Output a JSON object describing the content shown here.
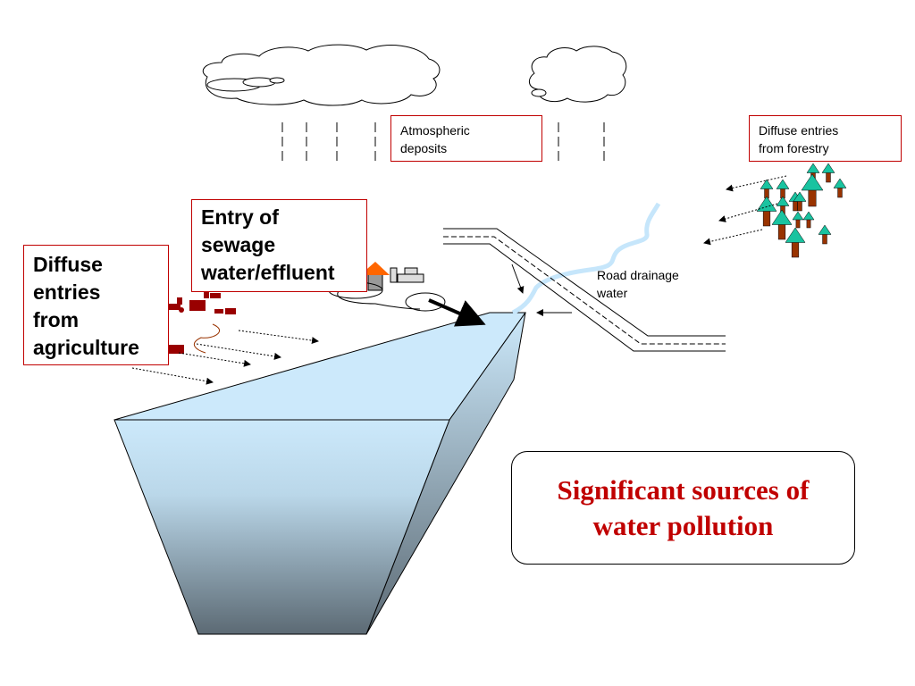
{
  "diagram": {
    "title": "Significant sources of water pollution",
    "title_lines": [
      "Significant sources of",
      "water pollution"
    ],
    "labels": {
      "atmospheric": [
        "Atmospheric",
        "deposits"
      ],
      "forestry": [
        "Diffuse entries",
        "from forestry"
      ],
      "sewage": [
        "Entry of",
        "sewage",
        "water/effluent"
      ],
      "agriculture": [
        "Diffuse",
        "entries",
        "from",
        "agriculture"
      ],
      "road": [
        "Road drainage",
        "water"
      ]
    },
    "colors": {
      "label_border": "#c00000",
      "title_text": "#c00000",
      "water_light": "#cce9fb",
      "water_dark": "#5c6a74",
      "river": "#c6e6fb",
      "tree_crown": "#19c3a0",
      "tree_trunk": "#993300",
      "vehicle": "#990000",
      "house_roof": "#ff6600"
    }
  }
}
